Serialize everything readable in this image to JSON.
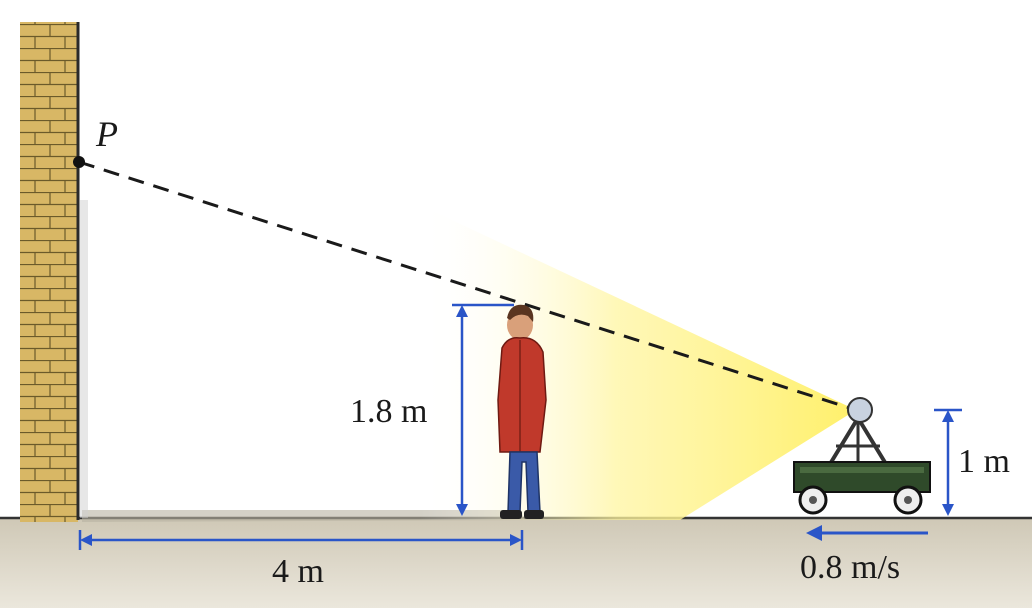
{
  "labels": {
    "point": "P",
    "person_height": "1.8 m",
    "distance": "4 m",
    "lamp_height": "1 m",
    "speed": "0.8 m/s"
  },
  "colors": {
    "wall": "#d8b765",
    "mortar": "#6b5a2a",
    "light_cone": "#fff27a",
    "ground": "#d6d0c0",
    "dimension": "#2a55c8",
    "coat": "#c0392b",
    "jeans": "#3a5aa8",
    "cart": "#2f4a2a"
  }
}
